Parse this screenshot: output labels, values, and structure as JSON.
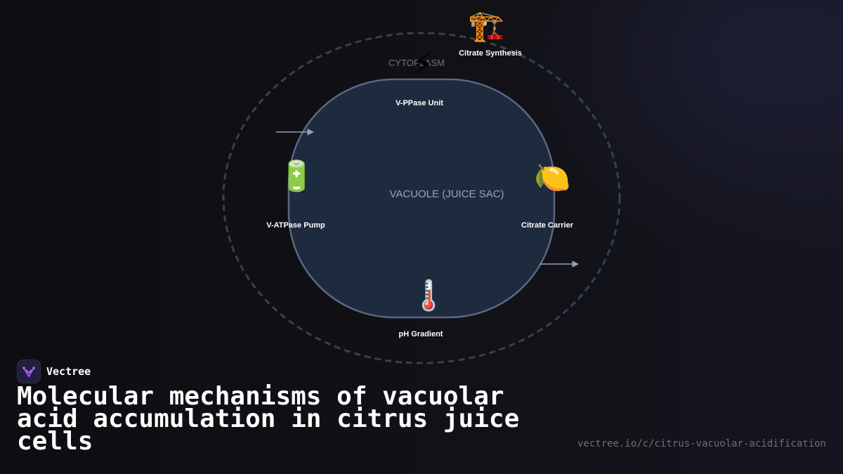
{
  "brand": {
    "name": "Vectree",
    "logo_icon": "vectree-logo-icon",
    "accent_color": "#a855f7"
  },
  "title": "Molecular mechanisms of vacuolar acid accumulation in citrus juice cells",
  "url": "vectree.io/c/citrus-vacuolar-acidification",
  "diagram": {
    "regions": {
      "cytoplasm": "CYTOPLASM",
      "vacuole": "VACUOLE (JUICE SAC)"
    },
    "nodes": [
      {
        "id": "citrate-synthesis",
        "label": "Citrate Synthesis",
        "icon": "crane-icon",
        "glyph": "🏗️"
      },
      {
        "id": "v-ppase-unit",
        "label": "V-PPase Unit",
        "icon": "lightning-icon",
        "glyph": "⚡"
      },
      {
        "id": "v-atpase-pump",
        "label": "V-ATPase Pump",
        "icon": "battery-icon",
        "glyph": "🔋"
      },
      {
        "id": "citrate-carrier",
        "label": "Citrate Carrier",
        "icon": "lemon-icon",
        "glyph": "🍋"
      },
      {
        "id": "ph-gradient",
        "label": "pH Gradient",
        "icon": "thermometer-icon",
        "glyph": "🌡️"
      }
    ],
    "arrows": [
      {
        "id": "inward-arrow",
        "direction": "right"
      },
      {
        "id": "outward-arrow",
        "direction": "right"
      }
    ],
    "colors": {
      "vacuole_fill": "#1e2a3e",
      "vacuole_stroke": "#5a6880",
      "cytoplasm_stroke": "#334155",
      "arrow": "#94a3b8"
    }
  }
}
